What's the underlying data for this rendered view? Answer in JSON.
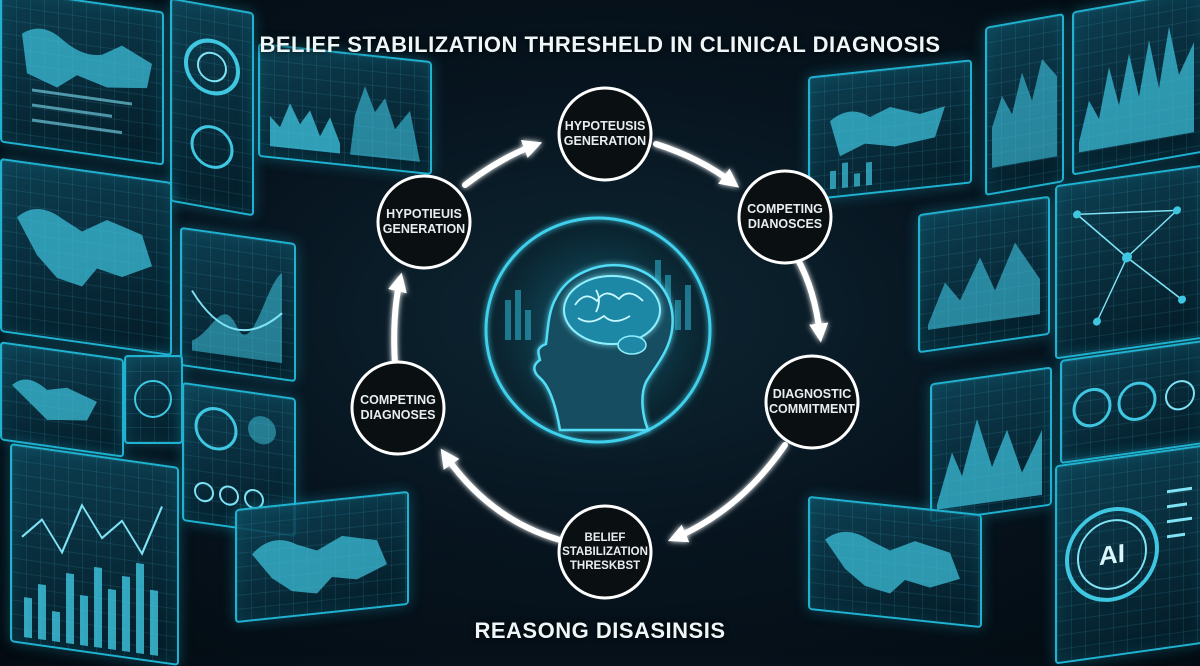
{
  "title": "BELIEF STABILIZATION THRESHELD IN CLINICAL DIAGNOSIS",
  "subtitle": "REASONG DISASINSIS",
  "nodes": [
    {
      "label": "HYPOTEUSIS GENERATION"
    },
    {
      "label": "COMPETING DIANOSCES"
    },
    {
      "label": "DIAGNOSTIC COMMITMENT"
    },
    {
      "label": "BELIEF STABILIZATION THRESKBST"
    },
    {
      "label": "COMPETING DIAGNOSES"
    },
    {
      "label": "HYPOTIEUIS GENERATION"
    }
  ],
  "panel_badge": "AI",
  "colors": {
    "accent": "#1fb3d1",
    "arrow": "#ffffff",
    "node_fill": "#0a0f12",
    "background": "#071520"
  }
}
